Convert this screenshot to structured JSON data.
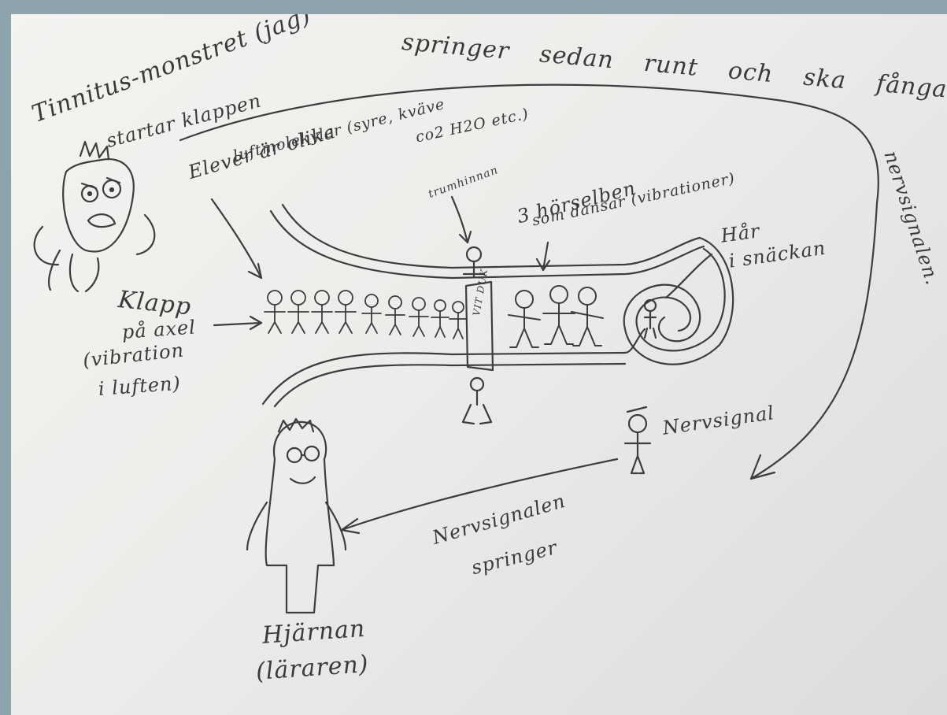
{
  "labels": {
    "monster_title": "Tinnitus-monstret (jag)",
    "monster_sub": "startar klappen",
    "arc_text": "springer sedan runt och ska fånga",
    "nervsignalen_vertical": "nervsignalen.",
    "elever_line1": "Elever är olika",
    "elever_line2": "luftmolekyler (syre, kväve",
    "elever_line3": "co2 H2O etc.)",
    "trumhinnan": "trumhinnan",
    "horselben_line1": "3 hörselben",
    "horselben_line2": "som dansar (vibrationer)",
    "har_line1": "Hår",
    "har_line2": "i snäckan",
    "klapp_line1": "Klapp",
    "klapp_line2": "på axel",
    "klapp_line3": "(vibration",
    "klapp_line4": "i luften)",
    "nervsignal": "Nervsignal",
    "springer_line1": "Nervsignalen",
    "springer_line2": "springer",
    "brain_line1": "Hjärnan",
    "brain_line2": "(läraren)",
    "eardrum_text": "VIT DUK"
  },
  "colors": {
    "background": "#8fa3ac",
    "paper": "#efefec",
    "ink": "#3a3a3a"
  }
}
